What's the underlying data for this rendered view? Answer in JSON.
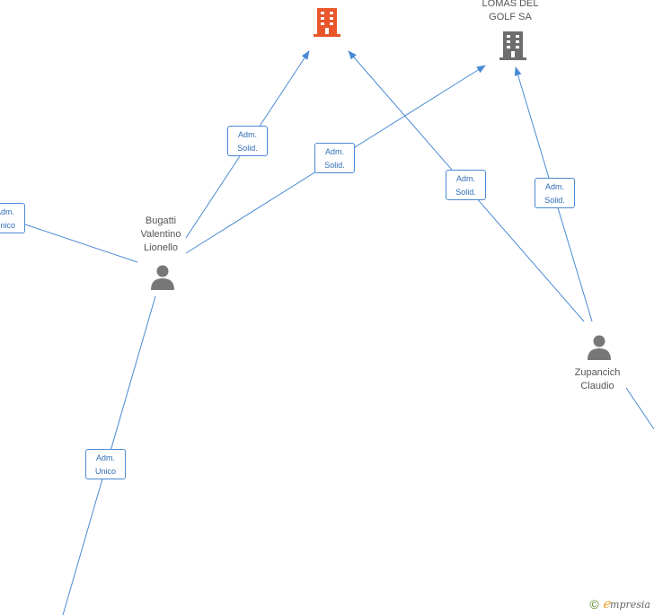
{
  "nodes": {
    "company_red": {
      "label": "",
      "color": "#e8562a"
    },
    "lomas": {
      "label": "LOMAS DEL\nGOLF SA",
      "color": "#6d6d6d"
    },
    "bugatti": {
      "label": "Bugatti\nValentino\nLionello"
    },
    "zupancich": {
      "label": "Zupancich\nClaudio"
    }
  },
  "roles": {
    "r1": "Adm.\nSolid.",
    "r2": "Adm.\nSolid.",
    "r3": "Adm.\nSolid.",
    "r4": "Adm.\nSolid.",
    "r5": "Adm.\nUnico",
    "r6": "Adm.\nUnico"
  },
  "colors": {
    "edge": "#4a8ad4",
    "person": "#777777"
  },
  "footer": {
    "copyright": "©",
    "brand_initial": "ℯ",
    "brand_rest": "mpresia"
  }
}
